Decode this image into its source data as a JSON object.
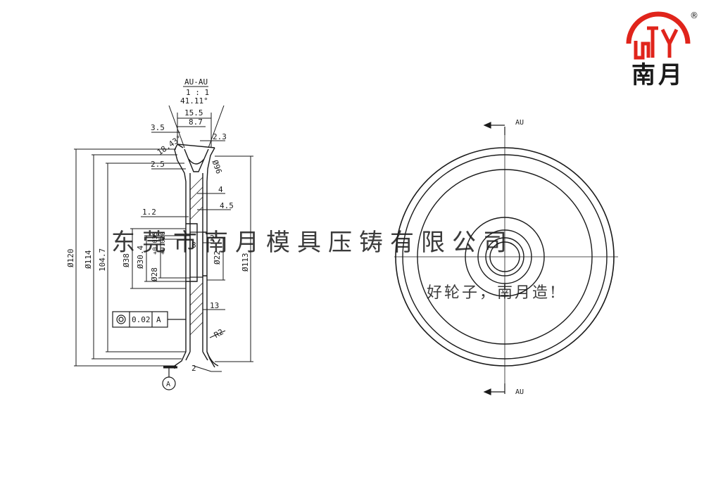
{
  "logo": {
    "brand_text": "南月",
    "registered_mark": "®",
    "color": "#e0241b"
  },
  "watermark": {
    "company": "东莞市南月模具压铸有限公司",
    "slogan": "好轮子，南月造!",
    "color": "#e8898a"
  },
  "section_view": {
    "title": "AU-AU",
    "scale": "1 : 1",
    "groove_angle": "41.11°",
    "angle_small": "18.43°",
    "dims": {
      "top_width": "15.5",
      "top_inner": "8.7",
      "left_step": "3.5",
      "right_step": "2.3",
      "groove_step": "2.5",
      "groove_depth": "4",
      "rib": "4.5",
      "hub_offset": "1.2",
      "bore_step": "2",
      "hub_len": "8",
      "groove_dia": "Ø96",
      "outer_dia": "Ø120",
      "tread_dia": "Ø114",
      "inner_dim": "104.7",
      "right_dia": "Ø113",
      "hub_dia": "Ø38",
      "bearing_dia": "Ø30.4",
      "bore_dia": "Ø28",
      "bore_tol_upper": "+0.033",
      "bore_tol_lower": "+0.020",
      "shaft_dia": "Ø22",
      "web_thickness": "13",
      "fillet": "R2",
      "bottom_step": "2"
    },
    "tolerance_frame": {
      "value": "0.02",
      "datum": "A"
    },
    "datum_label": "A"
  },
  "front_view": {
    "section_label_top": "AU",
    "section_label_bottom": "AU"
  }
}
